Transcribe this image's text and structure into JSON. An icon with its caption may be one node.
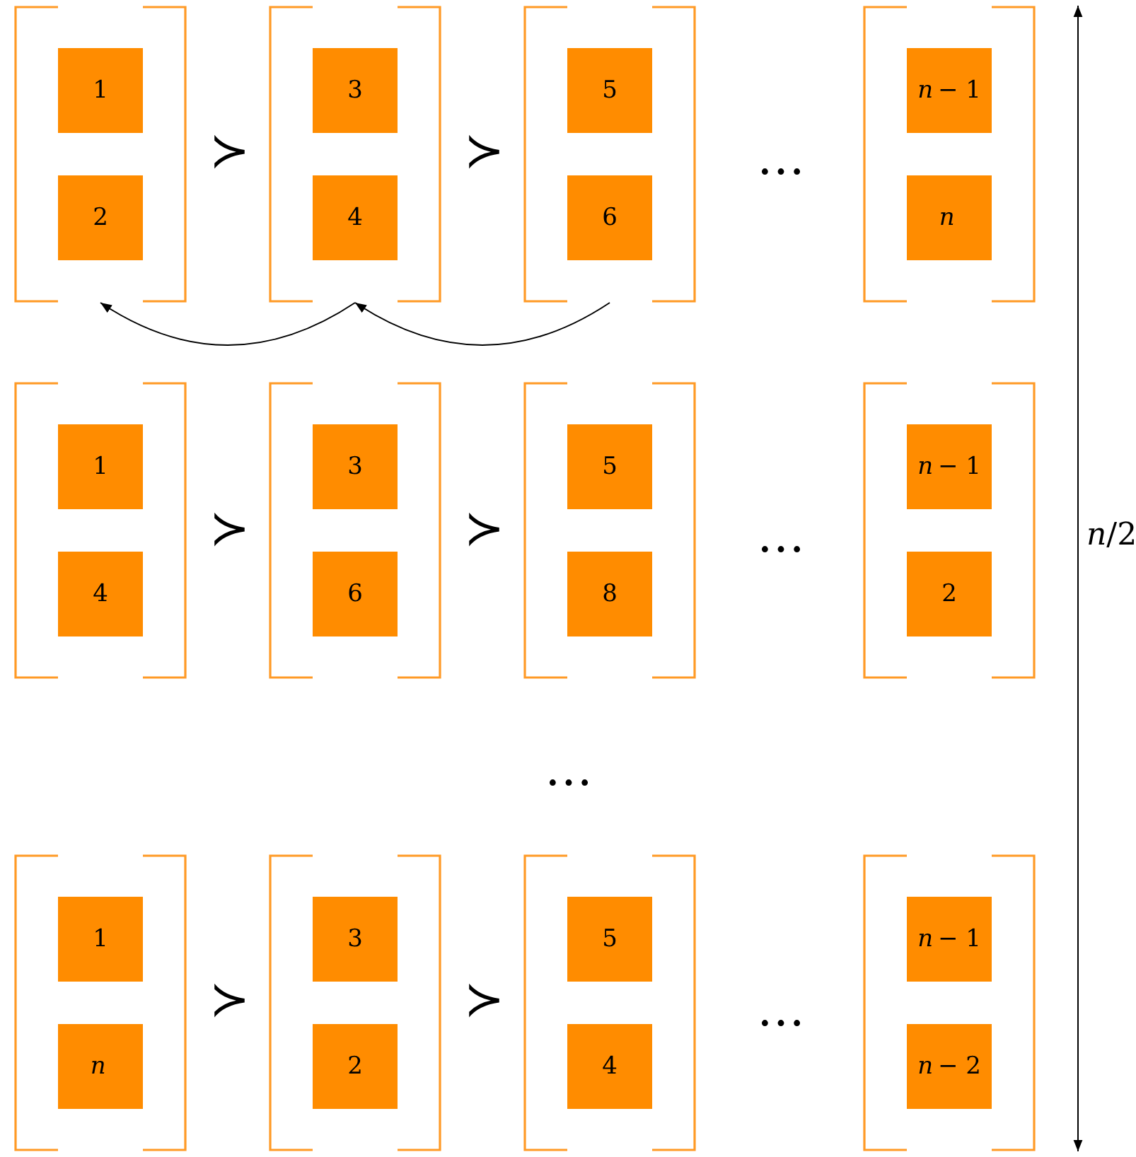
{
  "diagram": {
    "nodes": [
      {
        "text": [],
        "shape": "box"
      },
      {
        "text": [
          "1"
        ],
        "in": 0
      },
      {
        "text": [
          "2"
        ],
        "in": 0
      },
      {
        "text": [],
        "shape": "box"
      },
      {
        "text": [
          "3"
        ],
        "in": 3
      },
      {
        "text": [
          "4"
        ],
        "in": 3
      },
      {
        "text": [],
        "shape": "box"
      },
      {
        "text": [
          "5"
        ],
        "in": 6
      },
      {
        "text": [
          "6"
        ],
        "in": 6
      },
      {
        "text": [],
        "shape": "box"
      },
      {
        "text": [
          "n − 1"
        ],
        "in": 9
      },
      {
        "text": [
          "n"
        ],
        "in": 9
      },
      {
        "text": [],
        "shape": "box"
      },
      {
        "text": [
          "1"
        ],
        "in": 12
      },
      {
        "text": [
          "4"
        ],
        "in": 12
      },
      {
        "text": [],
        "shape": "box"
      },
      {
        "text": [
          "3"
        ],
        "in": 15
      },
      {
        "text": [
          "6"
        ],
        "in": 15
      },
      {
        "text": [],
        "shape": "box"
      },
      {
        "text": [
          "5"
        ],
        "in": 18
      },
      {
        "text": [
          "8"
        ],
        "in": 18
      },
      {
        "text": [],
        "shape": "box"
      },
      {
        "text": [
          "n − 1"
        ],
        "in": 21
      },
      {
        "text": [
          "2"
        ],
        "in": 21
      },
      {
        "text": [],
        "shape": "box"
      },
      {
        "text": [
          "1"
        ],
        "in": 24
      },
      {
        "text": [
          "n"
        ],
        "in": 24
      },
      {
        "text": [],
        "shape": "box"
      },
      {
        "text": [
          "3"
        ],
        "in": 27
      },
      {
        "text": [
          "2"
        ],
        "in": 27
      },
      {
        "text": [],
        "shape": "box"
      },
      {
        "text": [
          "5"
        ],
        "in": 30
      },
      {
        "text": [
          "4"
        ],
        "in": 30
      },
      {
        "text": [],
        "shape": "box"
      },
      {
        "text": [
          "n − 1"
        ],
        "in": 33
      },
      {
        "text": [
          "n − 2"
        ],
        "in": 33
      }
    ],
    "edges": [
      {
        "from": 6,
        "to": 3,
        "arrow": "to"
      },
      {
        "from": 3,
        "to": 0,
        "arrow": "to"
      }
    ],
    "labels": [
      "≻",
      "≻",
      "…",
      "≻",
      "≻",
      "…",
      "…",
      "≻",
      "≻",
      "…",
      "n/2"
    ]
  }
}
